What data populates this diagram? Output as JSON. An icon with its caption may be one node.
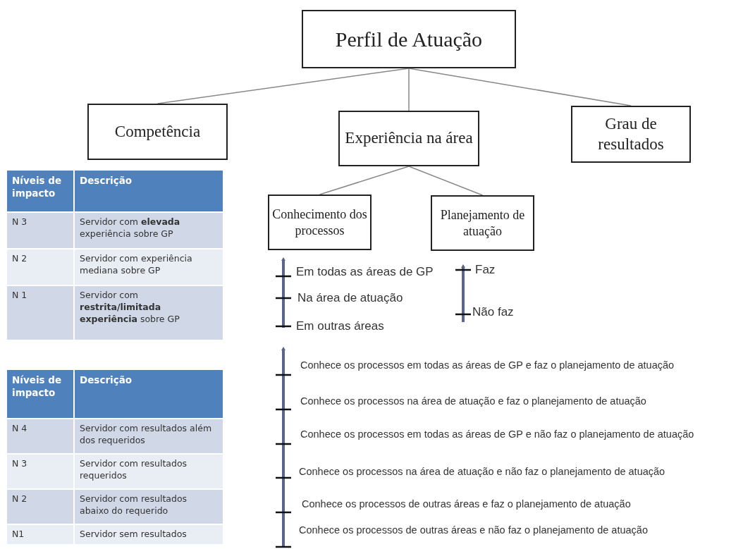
{
  "diagram": {
    "nodes": [
      {
        "text": [
          "Perfil de Atuação"
        ]
      },
      {
        "text": [
          "Competência"
        ]
      },
      {
        "text": [
          "Experiência na área"
        ]
      },
      {
        "text": [
          "Grau de resultados"
        ]
      },
      {
        "text": [
          "Conhecimento dos processos"
        ]
      },
      {
        "text": [
          "Planejamento de atuação"
        ]
      }
    ],
    "edges": [
      {
        "from": 0,
        "to": 1,
        "arrow": "none"
      },
      {
        "from": 0,
        "to": 2,
        "arrow": "none"
      },
      {
        "from": 0,
        "to": 3,
        "arrow": "none"
      },
      {
        "from": 2,
        "to": 4,
        "arrow": "none"
      },
      {
        "from": 2,
        "to": 5,
        "arrow": "none"
      }
    ],
    "labels": [
      "Níveis de impacto",
      "Descrição",
      "N 3",
      "Servidor com **elevada** experiência sobre GP",
      "N 2",
      "Servidor com experiência mediana sobre GP",
      "N 1",
      "Servidor com **restrita/limitada experiência** sobre GP",
      "Em todas as áreas de GP",
      "Na área de atuação",
      "Em outras áreas",
      "Faz",
      "Não faz",
      "Conhece os processos em todas as áreas de GP e faz o planejamento de atuação",
      "Conhece os processos na área de atuação e faz o planejamento de atuação",
      "Conhece os processos em todas as áreas de GP e não faz o planejamento de atuação",
      "Conhece os processos na área de atuação e não faz o planejamento de atuação",
      "Conhece os processos de outras áreas e faz o planejamento de atuação",
      "Conhece os processos de outras áreas e não faz o planejamento de atuação",
      "Níveis de impacto",
      "Descrição",
      "N 4",
      "Servidor com resultados além dos requeridos",
      "N 3",
      "Servidor com resultados requeridos",
      "N 2",
      "Servidor com resultados abaixo do requerido",
      "N1",
      "Servidor sem resultados"
    ]
  }
}
